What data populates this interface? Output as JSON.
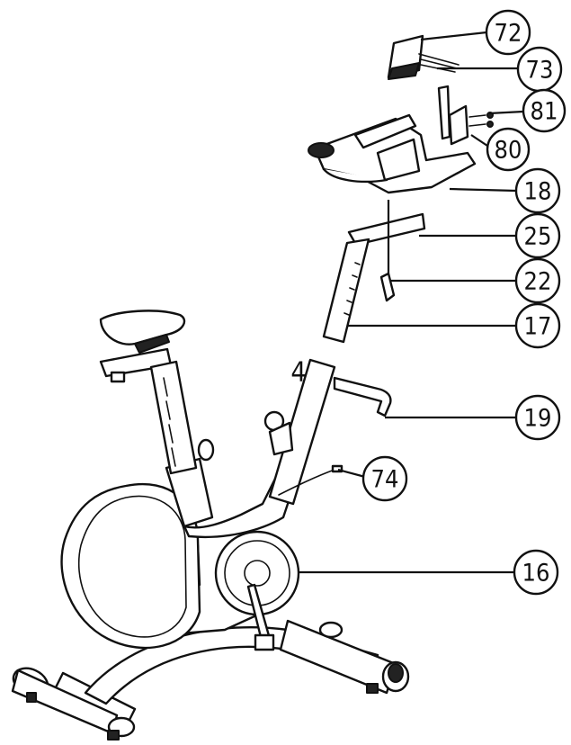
{
  "callouts": [
    {
      "label": "72"
    },
    {
      "label": "73"
    },
    {
      "label": "81"
    },
    {
      "label": "80"
    },
    {
      "label": "18"
    },
    {
      "label": "25"
    },
    {
      "label": "22"
    },
    {
      "label": "17"
    },
    {
      "label": "19"
    },
    {
      "label": "74"
    },
    {
      "label": "16"
    }
  ],
  "frame_label": "4"
}
